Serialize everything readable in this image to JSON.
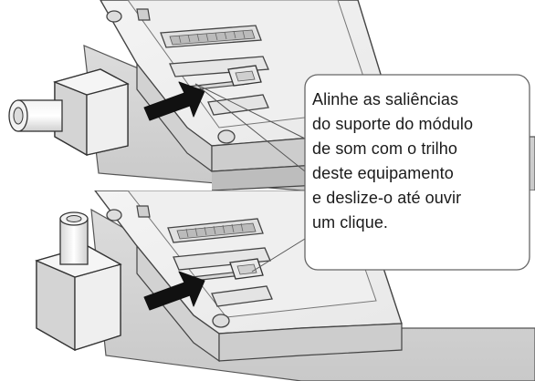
{
  "callout": {
    "lines": [
      "Alinhe as saliências",
      "do suporte do módulo",
      "de som com o trilho",
      "deste equipamento",
      "e deslize-o até ouvir",
      "um clique."
    ]
  }
}
